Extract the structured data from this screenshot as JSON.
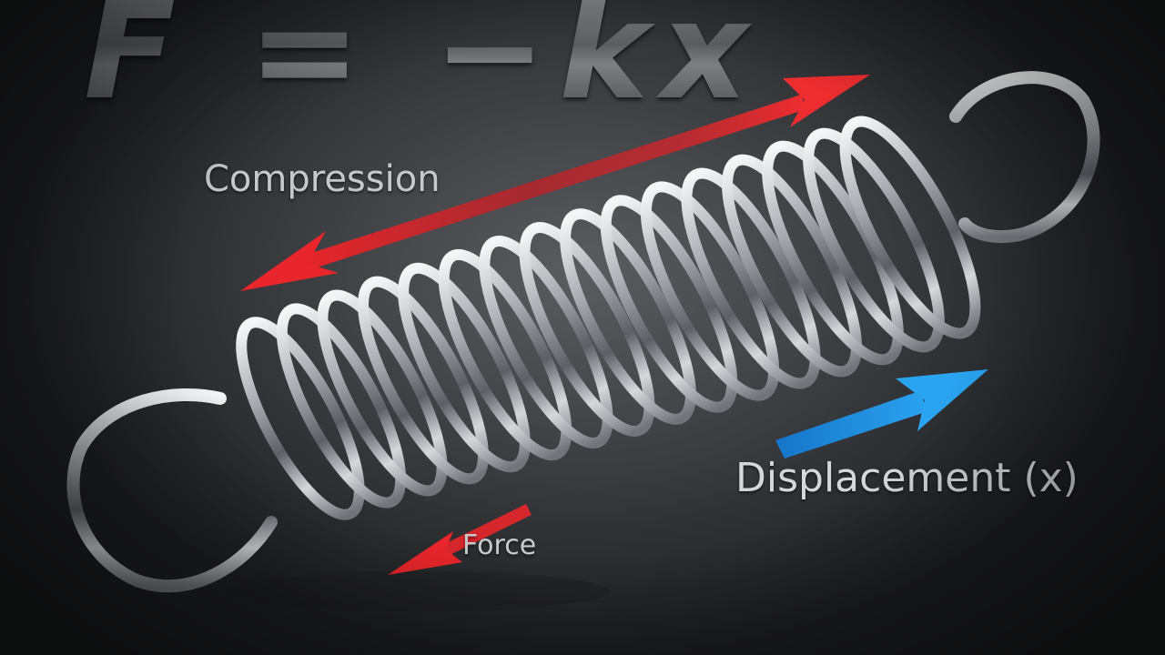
{
  "scene": {
    "equation": "F = −kx",
    "labels": {
      "compression": "Compression",
      "displacement": "Displacement (x)",
      "force": "Force"
    },
    "objects": [
      "coil-spring",
      "left-hook",
      "right-hook",
      "compression-arrow",
      "displacement-arrow",
      "force-arrow"
    ],
    "colors": {
      "compression_arrow": "#e8262b",
      "displacement_arrow": "#1d8fe0",
      "force_arrow": "#e8262b",
      "spring_metal": "#c9ccd0",
      "background": "#45474b"
    }
  }
}
